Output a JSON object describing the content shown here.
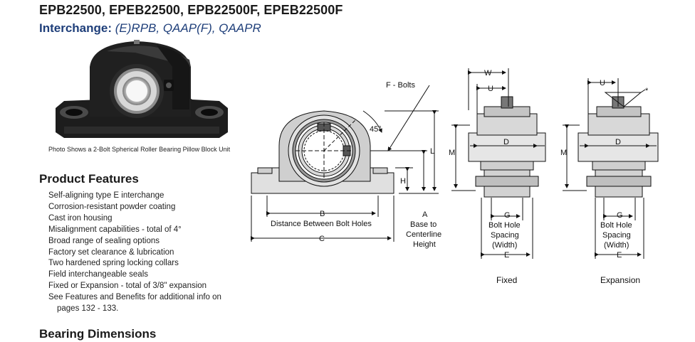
{
  "header": {
    "title": "EPB22500, EPEB22500, EPB22500F, EPEB22500F",
    "interchange_label": "Interchange:",
    "interchange_value": "(E)RPB, QAAP(F), QAAPR"
  },
  "photo": {
    "caption": "Photo Shows a 2-Bolt Spherical Roller Bearing Pillow Block Unit"
  },
  "product_features": {
    "heading": "Product Features",
    "items": [
      "Self-aligning type E interchange",
      "Corrosion-resistant powder coating",
      "Cast iron housing",
      "Misalignment capabilities - total of 4°",
      "Broad range of sealing options",
      "Factory set clearance & lubrication",
      "Two hardened spring locking collars",
      "Field interchangeable seals",
      "Fixed or Expansion - total of 3/8\" expansion",
      "See Features and Benefits for additional info on"
    ],
    "continuation": "pages 132 - 133."
  },
  "bearing_dimensions": {
    "heading": "Bearing Dimensions"
  },
  "drawing": {
    "front": {
      "f_bolts": "F - Bolts",
      "angle": "45°",
      "h": "H",
      "l": "L",
      "b": "B",
      "b_desc": "Distance Between Bolt Holes",
      "c": "C",
      "a": "A",
      "a_desc_1": "Base to",
      "a_desc_2": "Centerline",
      "a_desc_3": "Height"
    },
    "fixed": {
      "w": "W",
      "u": "U",
      "m": "M",
      "d": "D",
      "g": "G",
      "g_desc_1": "Bolt Hole",
      "g_desc_2": "Spacing",
      "g_desc_3": "(Width)",
      "e": "E",
      "caption": "Fixed"
    },
    "expansion": {
      "u": "U",
      "star": "*",
      "m": "M",
      "d": "D",
      "g": "G",
      "g_desc_1": "Bolt Hole",
      "g_desc_2": "Spacing",
      "g_desc_3": "(Width)",
      "e": "E",
      "caption": "Expansion"
    }
  }
}
